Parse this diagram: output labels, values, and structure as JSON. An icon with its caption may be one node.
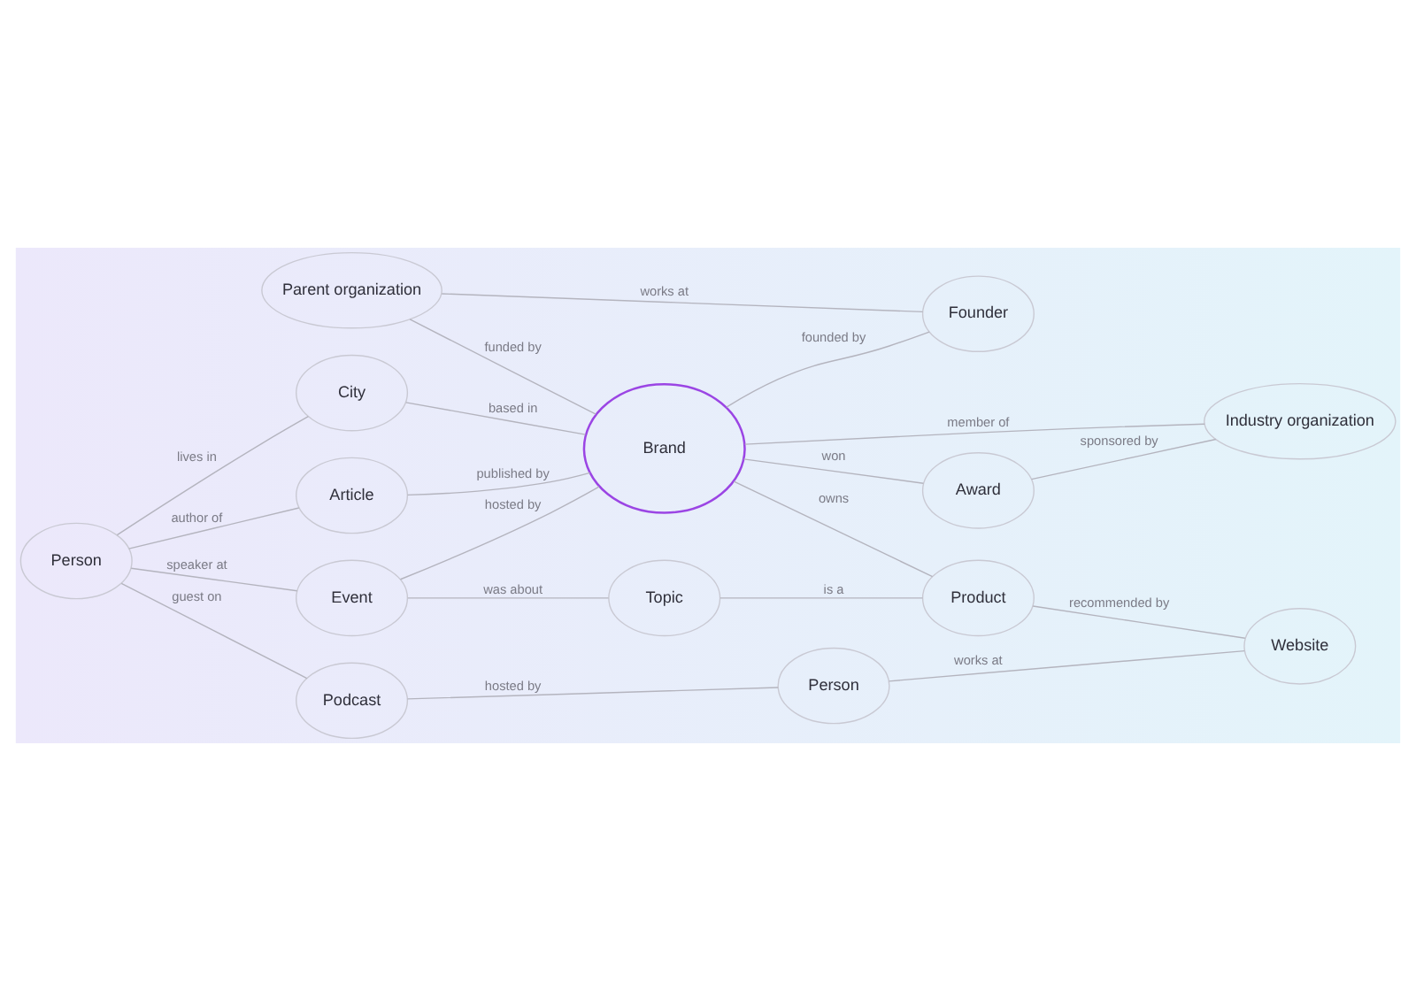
{
  "diagram": {
    "nodes": [
      {
        "text": [
          "City"
        ]
      },
      {
        "text": [
          "Parent organization"
        ]
      },
      {
        "text": [
          "Founder"
        ]
      },
      {
        "text": [
          "Industry organization"
        ]
      },
      {
        "text": [
          "Person"
        ]
      },
      {
        "text": [
          "Article"
        ]
      },
      {
        "text": [
          "Brand"
        ]
      },
      {
        "text": [
          "Award"
        ]
      },
      {
        "text": [
          "Event"
        ]
      },
      {
        "text": [
          "Topic"
        ]
      },
      {
        "text": [
          "Product"
        ]
      },
      {
        "text": [
          "Website"
        ]
      },
      {
        "text": [
          "Podcast"
        ]
      },
      {
        "text": [
          "Person"
        ]
      }
    ],
    "edges": [
      {
        "from": 4,
        "to": 0,
        "label": "lives in",
        "arrow": "none"
      },
      {
        "from": 0,
        "to": 6,
        "label": "based in",
        "arrow": "none"
      },
      {
        "from": 1,
        "to": 2,
        "label": "works at",
        "arrow": "none"
      },
      {
        "from": 1,
        "to": 6,
        "label": "funded by",
        "arrow": "none"
      },
      {
        "from": 6,
        "to": 2,
        "label": "founded by",
        "arrow": "none"
      },
      {
        "from": 6,
        "to": 3,
        "label": "member of",
        "arrow": "none"
      },
      {
        "from": 4,
        "to": 5,
        "label": "author of",
        "arrow": "none"
      },
      {
        "from": 5,
        "to": 6,
        "label": "published by",
        "arrow": "none"
      },
      {
        "from": 4,
        "to": 8,
        "label": "speaker at",
        "arrow": "none"
      },
      {
        "from": 8,
        "to": 6,
        "label": "hosted by",
        "arrow": "none"
      },
      {
        "from": 6,
        "to": 7,
        "label": "won",
        "arrow": "none"
      },
      {
        "from": 7,
        "to": 3,
        "label": "sponsored by",
        "arrow": "none"
      },
      {
        "from": 6,
        "to": 10,
        "label": "owns",
        "arrow": "none"
      },
      {
        "from": 4,
        "to": 12,
        "label": "guest on",
        "arrow": "none"
      },
      {
        "from": 8,
        "to": 9,
        "label": "was about",
        "arrow": "none"
      },
      {
        "from": 9,
        "to": 10,
        "label": "is a",
        "arrow": "none"
      },
      {
        "from": 10,
        "to": 11,
        "label": "recommended by",
        "arrow": "none"
      },
      {
        "from": 12,
        "to": 13,
        "label": "hosted by",
        "arrow": "none"
      },
      {
        "from": 13,
        "to": 11,
        "label": "works at",
        "arrow": "none"
      }
    ]
  }
}
